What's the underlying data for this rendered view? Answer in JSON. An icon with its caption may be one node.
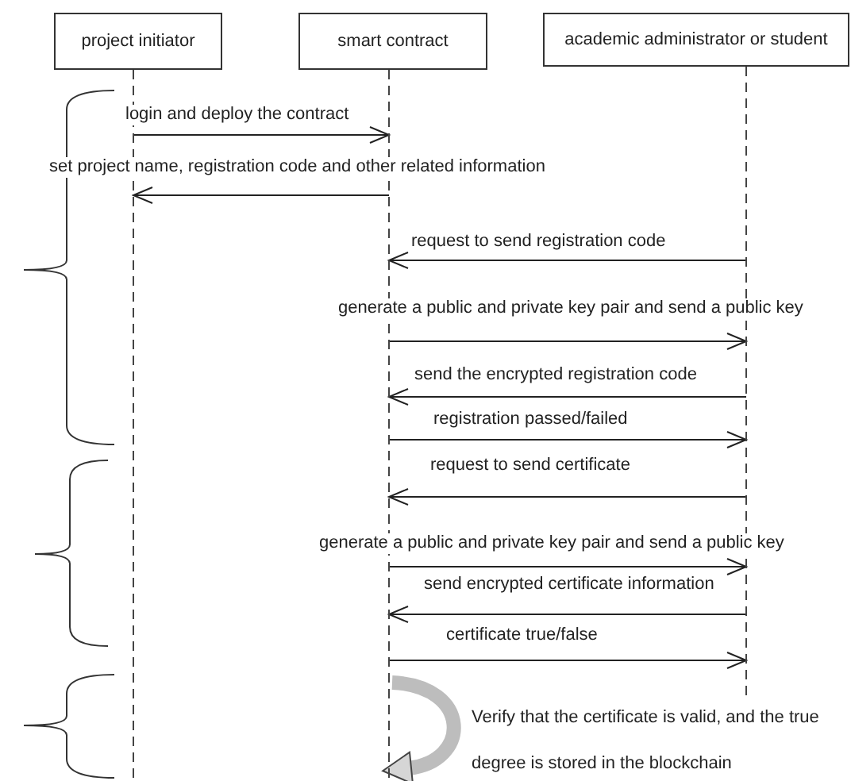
{
  "diagram": {
    "nodes": [
      {
        "text": [
          "project initiator"
        ]
      },
      {
        "text": [
          "smart contract"
        ]
      },
      {
        "text": [
          "academic administrator or student"
        ]
      }
    ],
    "edges": [
      {
        "from": 0,
        "to": 1,
        "arrow": "to",
        "label": "login and deploy the contract"
      },
      {
        "from": 1,
        "to": 0,
        "arrow": "to",
        "label": "set project name, registration code and other related information"
      },
      {
        "from": 2,
        "to": 1,
        "arrow": "to",
        "label": "request to send registration code"
      },
      {
        "from": 1,
        "to": 2,
        "arrow": "to",
        "label": "generate a public and private key pair and send a public key"
      },
      {
        "from": 2,
        "to": 1,
        "arrow": "to",
        "label": "send the encrypted registration code"
      },
      {
        "from": 1,
        "to": 2,
        "arrow": "to",
        "label": "registration passed/failed"
      },
      {
        "from": 2,
        "to": 1,
        "arrow": "to",
        "label": "request to send certificate"
      },
      {
        "from": 1,
        "to": 2,
        "arrow": "to",
        "label": "generate a public and private key pair and send a public key"
      },
      {
        "from": 2,
        "to": 1,
        "arrow": "to",
        "label": "send encrypted certificate information"
      },
      {
        "from": 1,
        "to": 2,
        "arrow": "to",
        "label": "certificate true/false"
      },
      {
        "from": 1,
        "to": 1,
        "arrow": "to",
        "style": "thick",
        "color": "#bdbdbd",
        "label": "Verify that the certificate is valid, and the true degree is stored in the blockchain"
      }
    ]
  }
}
